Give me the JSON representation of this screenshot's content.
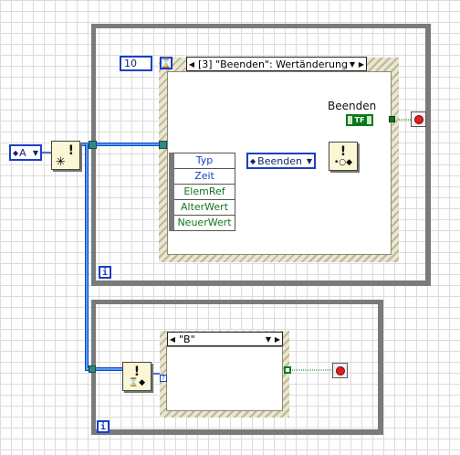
{
  "event_loop": {
    "timeout_constant": "10",
    "timeout_icon": "hourglass-icon",
    "case_selector": "[3] \"Beenden\": Wertänderung",
    "stop_control_label": "Beenden",
    "stop_control_type": "TF",
    "iteration_label": "i",
    "event_data_fields": [
      "Typ",
      "Zeit",
      "ElemRef",
      "AlterWert",
      "NeuerWert"
    ],
    "enum_constant": "Beenden"
  },
  "left": {
    "enum_constant": "A",
    "obtain_queue_icon": "obtain-queue-icon"
  },
  "consumer_loop": {
    "case_selector": "\"B\"",
    "iteration_label": "i",
    "dequeue_icon": "dequeue-element-icon"
  },
  "colors": {
    "loop_border": "#7a7a7a",
    "queue_wire": "#2e8a80",
    "boolean_wire": "#0b7a1a",
    "enum_wire": "#1a3ec8",
    "stop_red": "#e21b1b"
  }
}
